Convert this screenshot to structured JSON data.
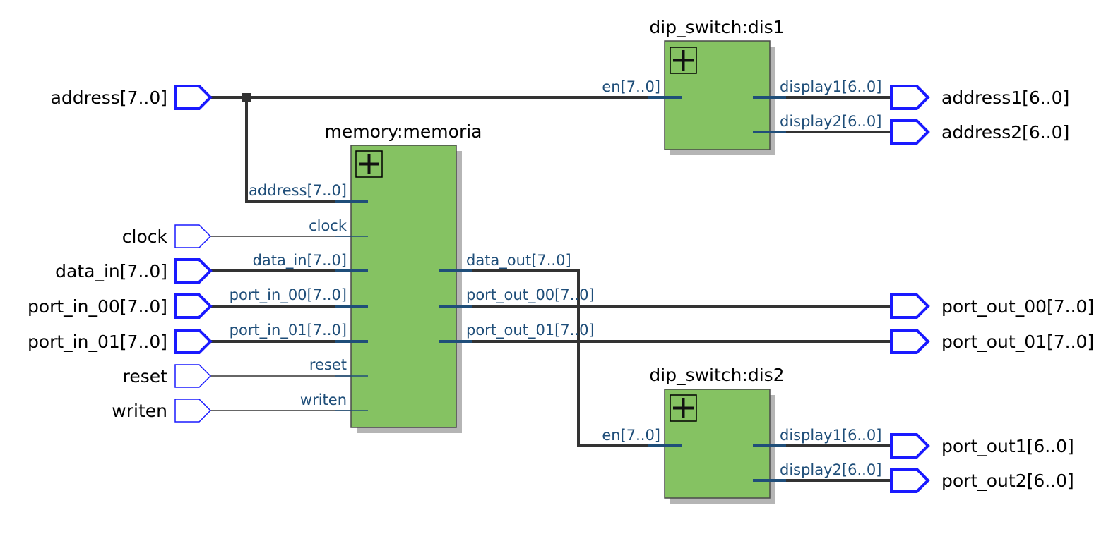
{
  "inputs": {
    "address": "address[7..0]",
    "clock": "clock",
    "data_in": "data_in[7..0]",
    "port_in_00": "port_in_00[7..0]",
    "port_in_01": "port_in_01[7..0]",
    "reset": "reset",
    "writen": "writen"
  },
  "outputs": {
    "address1": "address1[6..0]",
    "address2": "address2[6..0]",
    "port_out_00": "port_out_00[7..0]",
    "port_out_01": "port_out_01[7..0]",
    "port_out1": "port_out1[6..0]",
    "port_out2": "port_out2[6..0]"
  },
  "blocks": {
    "memory": {
      "title": "memory:memoria",
      "pins": {
        "address": "address[7..0]",
        "clock": "clock",
        "data_in": "data_in[7..0]",
        "port_in_00": "port_in_00[7..0]",
        "port_in_01": "port_in_01[7..0]",
        "reset": "reset",
        "writen": "writen",
        "data_out": "data_out[7..0]",
        "port_out_00": "port_out_00[7..0]",
        "port_out_01": "port_out_01[7..0]"
      }
    },
    "dis1": {
      "title": "dip_switch:dis1",
      "pins": {
        "en": "en[7..0]",
        "display1": "display1[6..0]",
        "display2": "display2[6..0]"
      }
    },
    "dis2": {
      "title": "dip_switch:dis2",
      "pins": {
        "en": "en[7..0]",
        "display1": "display1[6..0]",
        "display2": "display2[6..0]"
      }
    }
  },
  "colors": {
    "block_fill": "#85c262",
    "port_outline": "#1a1aff",
    "pin_label": "#1f4e79",
    "wire": "#333333"
  }
}
